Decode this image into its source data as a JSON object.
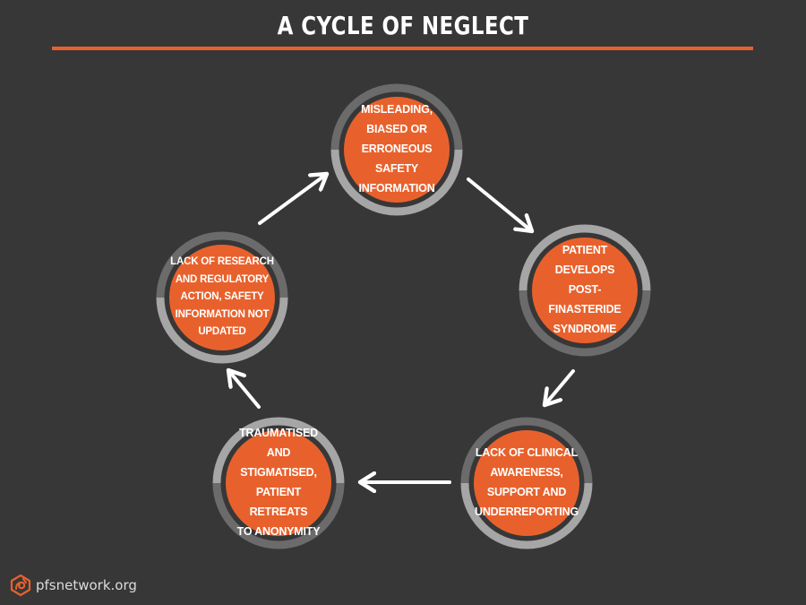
{
  "title": "A CYCLE OF NEGLECT",
  "colors": {
    "background": "#373737",
    "accent": "#e8612c",
    "ring_light": "#a6a6a6",
    "ring_dark": "#6b6b6b"
  },
  "cycle": {
    "nodes": [
      {
        "label": "MISLEADING,\nBIASED OR\nERRONEOUS SAFETY\nINFORMATION"
      },
      {
        "label": "PATIENT DEVELOPS\nPOST-FINASTERIDE\nSYNDROME"
      },
      {
        "label": "LACK OF CLINICAL\nAWARENESS,\nSUPPORT AND\nUNDERREPORTING"
      },
      {
        "label": "TRAUMATISED AND\nSTIGMATISED,\nPATIENT RETREATS\nTO ANONYMITY"
      },
      {
        "label": "LACK OF RESEARCH\nAND REGULATORY\nACTION, SAFETY\nINFORMATION NOT\nUPDATED"
      }
    ]
  },
  "footer": {
    "logo_icon": "pfs-network-logo-icon",
    "site": "pfsnetwork.org"
  }
}
